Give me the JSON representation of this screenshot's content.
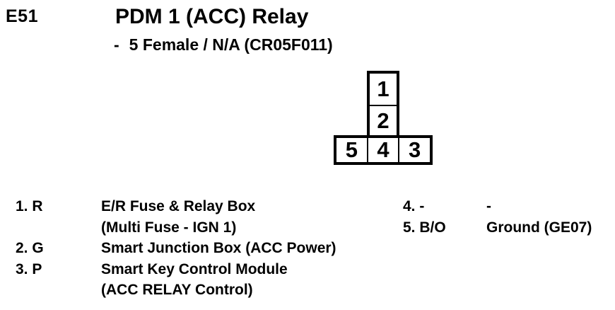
{
  "page": {
    "background": "#ffffff",
    "text_color": "#000000"
  },
  "header": {
    "connector_id": "E51",
    "title": "PDM 1 (ACC) Relay",
    "subtitle": {
      "dash": "-",
      "text": "5 Female / N/A (CR05F011)"
    }
  },
  "connector": {
    "column_cells": [
      "1",
      "2"
    ],
    "row_cells": [
      "5",
      "4",
      "3"
    ]
  },
  "pin_table": {
    "left_column": [
      {
        "label": "1. R",
        "line1": "E/R Fuse & Relay Box",
        "line2": "(Multi Fuse - IGN 1)"
      },
      {
        "label": "2. G",
        "line1": "Smart Junction Box (ACC Power)"
      },
      {
        "label": "3. P",
        "line1": "Smart Key Control Module",
        "line2": "(ACC RELAY Control)"
      }
    ],
    "right_column": [
      {
        "label": "4. -",
        "line1": "-"
      },
      {
        "label": "5. B/O",
        "line1": "Ground (GE07)"
      }
    ]
  }
}
